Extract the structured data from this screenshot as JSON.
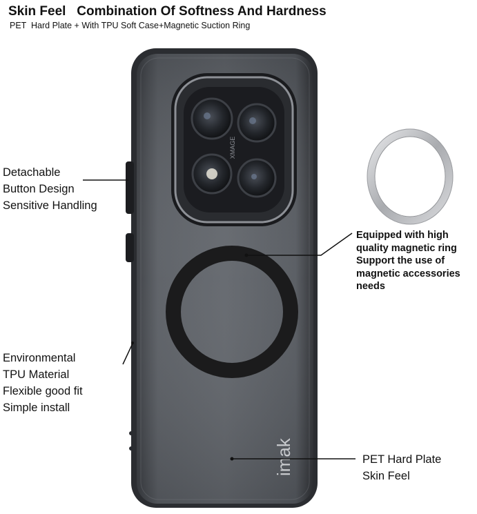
{
  "header": {
    "title": "Skin Feel   Combination Of Softness And Hardness",
    "subtitle": "PET  Hard Plate + With TPU Soft Case+Magnetic Suction Ring"
  },
  "callouts": {
    "button": [
      "Detachable",
      "Button Design",
      "Sensitive Handling"
    ],
    "magnetic": [
      "Equipped with high",
      "quality magnetic ring",
      "Support the use of",
      "magnetic accessories",
      "needs"
    ],
    "tpu": [
      "Environmental",
      "TPU Material",
      "Flexible good fit",
      "Simple install"
    ],
    "pet": [
      "PET Hard Plate",
      "Skin Feel"
    ]
  },
  "product": {
    "brand_logo": "imak",
    "camera_module_text": "XMAGE"
  },
  "colors": {
    "case": "#4a4d52",
    "case_edge": "#2a2c30",
    "ring": "#1b1b1c",
    "magnet_ring": "#c4c6c9"
  }
}
